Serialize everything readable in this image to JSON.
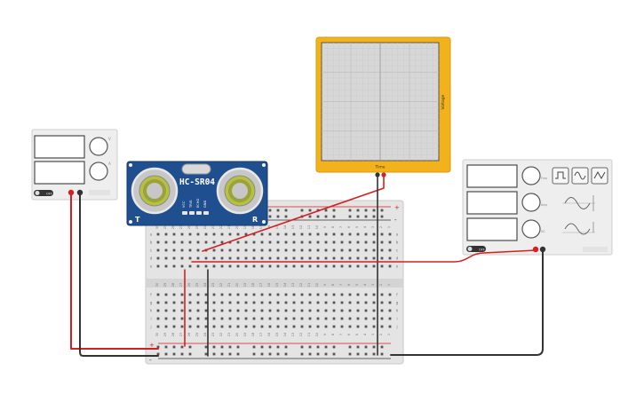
{
  "power_supply": {
    "off_label": "OFF",
    "knob1_label": "V",
    "knob2_label": "A"
  },
  "sensor": {
    "model": "HC-SR04",
    "pins": [
      "VCC",
      "TRIG",
      "ECHO",
      "GND"
    ],
    "t_mark": "T",
    "r_mark": "R"
  },
  "oscilloscope": {
    "time_label": "Time",
    "voltage_label": "Voltage"
  },
  "function_generator": {
    "off_label": "OFF",
    "knob_labels": [
      "Freq",
      "Amp",
      "DC"
    ]
  },
  "breadboard": {
    "columns": [
      "30",
      "29",
      "28",
      "27",
      "26",
      "25",
      "24",
      "23",
      "22",
      "21",
      "20",
      "19",
      "18",
      "17",
      "16",
      "15",
      "14",
      "13",
      "12",
      "11",
      "10",
      "9",
      "8",
      "7",
      "6",
      "5",
      "4",
      "3",
      "2",
      "1"
    ],
    "rows_top": [
      "a",
      "b",
      "c",
      "d",
      "e"
    ],
    "rows_bottom": [
      "f",
      "g",
      "h",
      "i",
      "j"
    ],
    "plus": "+",
    "minus": "-"
  },
  "colors": {
    "wire_red": "#d42020",
    "wire_black": "#333333",
    "scope_frame": "#f2b21c",
    "sensor_board": "#1f4f8f"
  }
}
